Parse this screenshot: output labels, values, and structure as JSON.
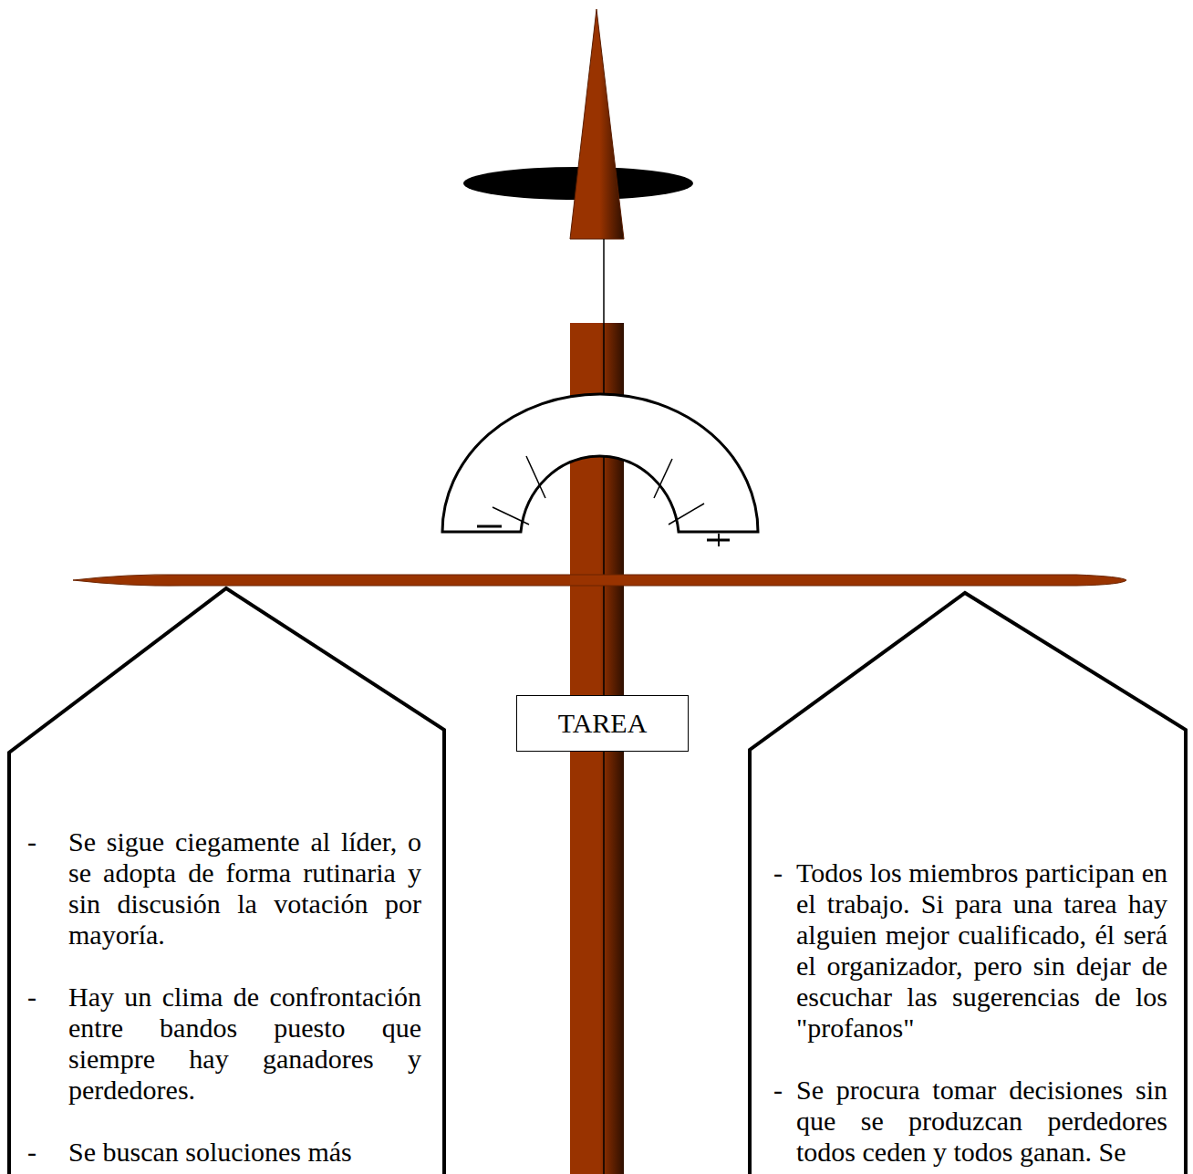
{
  "diagram": {
    "nodes": [
      {
        "text": [
          "TAREA"
        ]
      },
      {
        "text": [
          "Se sigue ciegamente al líder, o se adopta de forma rutinaria y sin discusión la votación por mayoría.",
          "Hay un clima de confrontación entre bandos puesto que siempre hay ganadores y perdedores.",
          "Se buscan soluciones más"
        ]
      },
      {
        "text": [
          "Todos los miembros participan en el trabajo. Si para una tarea hay alguien mejor cualificado, él será el organizador, pero sin dejar de escuchar las sugerencias de los \"profanos\"",
          "Se procura tomar decisiones sin que se produzcan perdedores todos ceden y todos ganan. Se"
        ]
      }
    ],
    "labels": [
      "-",
      "-",
      "-",
      "-",
      "-"
    ]
  }
}
